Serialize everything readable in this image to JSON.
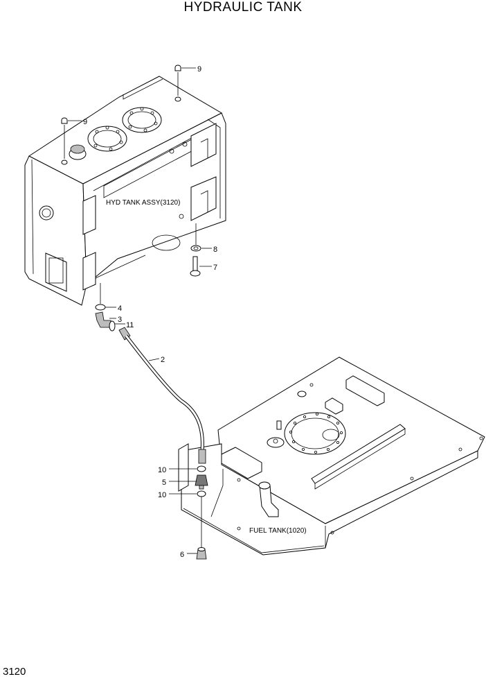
{
  "title": "HYDRAULIC TANK",
  "page_number": "3120",
  "assembly_labels": {
    "hyd_tank": "HYD TANK ASSY(3120)",
    "fuel_tank": "FUEL TANK(1020)"
  },
  "callouts": {
    "c9a": "9",
    "c9b": "9",
    "c8": "8",
    "c7": "7",
    "c4": "4",
    "c3": "3",
    "c11": "11",
    "c2": "2",
    "c10a": "10",
    "c5": "5",
    "c10b": "10",
    "c6": "6"
  }
}
